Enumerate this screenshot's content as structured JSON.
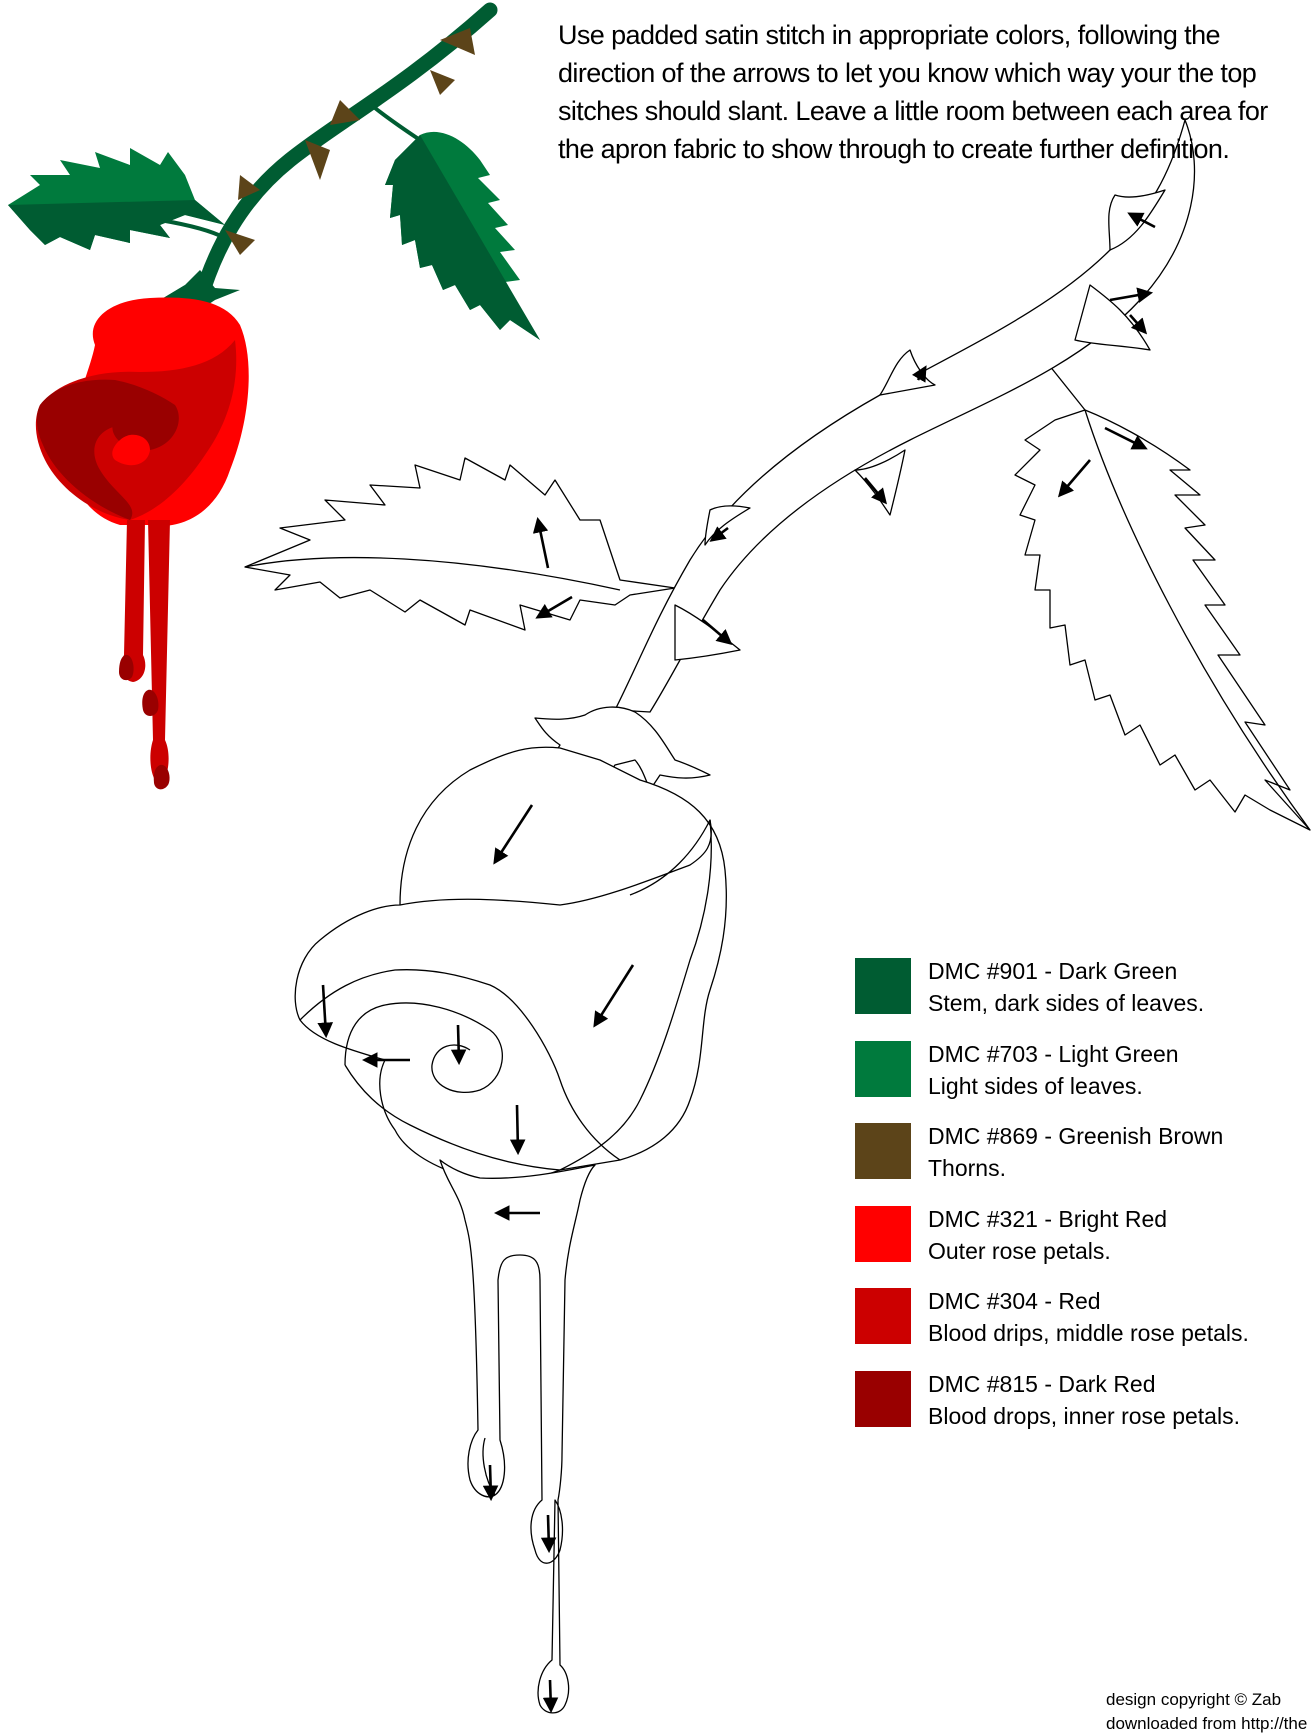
{
  "instructions": "Use padded satin stitch in appropriate colors, following the direction of the arrows to let you know which way your the top sitches should slant.  Leave a little room between each area for the apron fabric to show through to create further definition.",
  "legend": [
    {
      "code": "DMC #901 - Dark Green",
      "desc": "Stem, dark sides of leaves.",
      "color": "#005c32"
    },
    {
      "code": "DMC #703 - Light Green",
      "desc": "Light sides of leaves.",
      "color": "#007a3d"
    },
    {
      "code": "DMC #869 - Greenish Brown",
      "desc": "Thorns.",
      "color": "#5c4419"
    },
    {
      "code": "DMC #321 - Bright Red",
      "desc": "Outer rose petals.",
      "color": "#ff0000"
    },
    {
      "code": "DMC #304 - Red",
      "desc": "Blood drips, middle rose petals.",
      "color": "#cc0000"
    },
    {
      "code": "DMC #815 - Dark Red",
      "desc": "Blood drops, inner rose petals.",
      "color": "#990000"
    }
  ],
  "copyright": {
    "line1": "design copyright © Zab",
    "line2": "downloaded from http://the"
  },
  "colors": {
    "dark_green": "#005c32",
    "light_green": "#007a3d",
    "thorn": "#5c4419",
    "bright_red": "#ff0000",
    "red": "#cc0000",
    "dark_red": "#990000",
    "outline": "#000000"
  }
}
